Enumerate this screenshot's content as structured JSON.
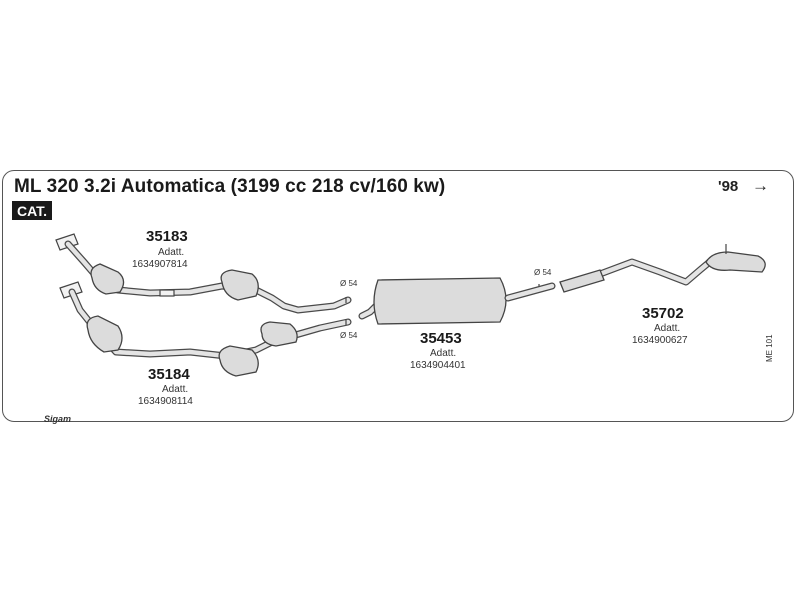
{
  "title": "ML 320 3.2i Automatica (3199 cc 218 cv/160 kw)",
  "year": "'98",
  "year_arrow": "→",
  "badge": "CAT.",
  "parts": [
    {
      "number": "35183",
      "note": "Adatt.",
      "ref": "1634907814"
    },
    {
      "number": "35184",
      "note": "Adatt.",
      "ref": "1634908114"
    },
    {
      "number": "35453",
      "note": "Adatt.",
      "ref": "1634904401"
    },
    {
      "number": "35702",
      "note": "Adatt.",
      "ref": "1634900627"
    }
  ],
  "diameters": [
    "Ø 54",
    "Ø 54",
    "Ø 54"
  ],
  "diagram_code": "ME 101",
  "logo": "Sigam"
}
